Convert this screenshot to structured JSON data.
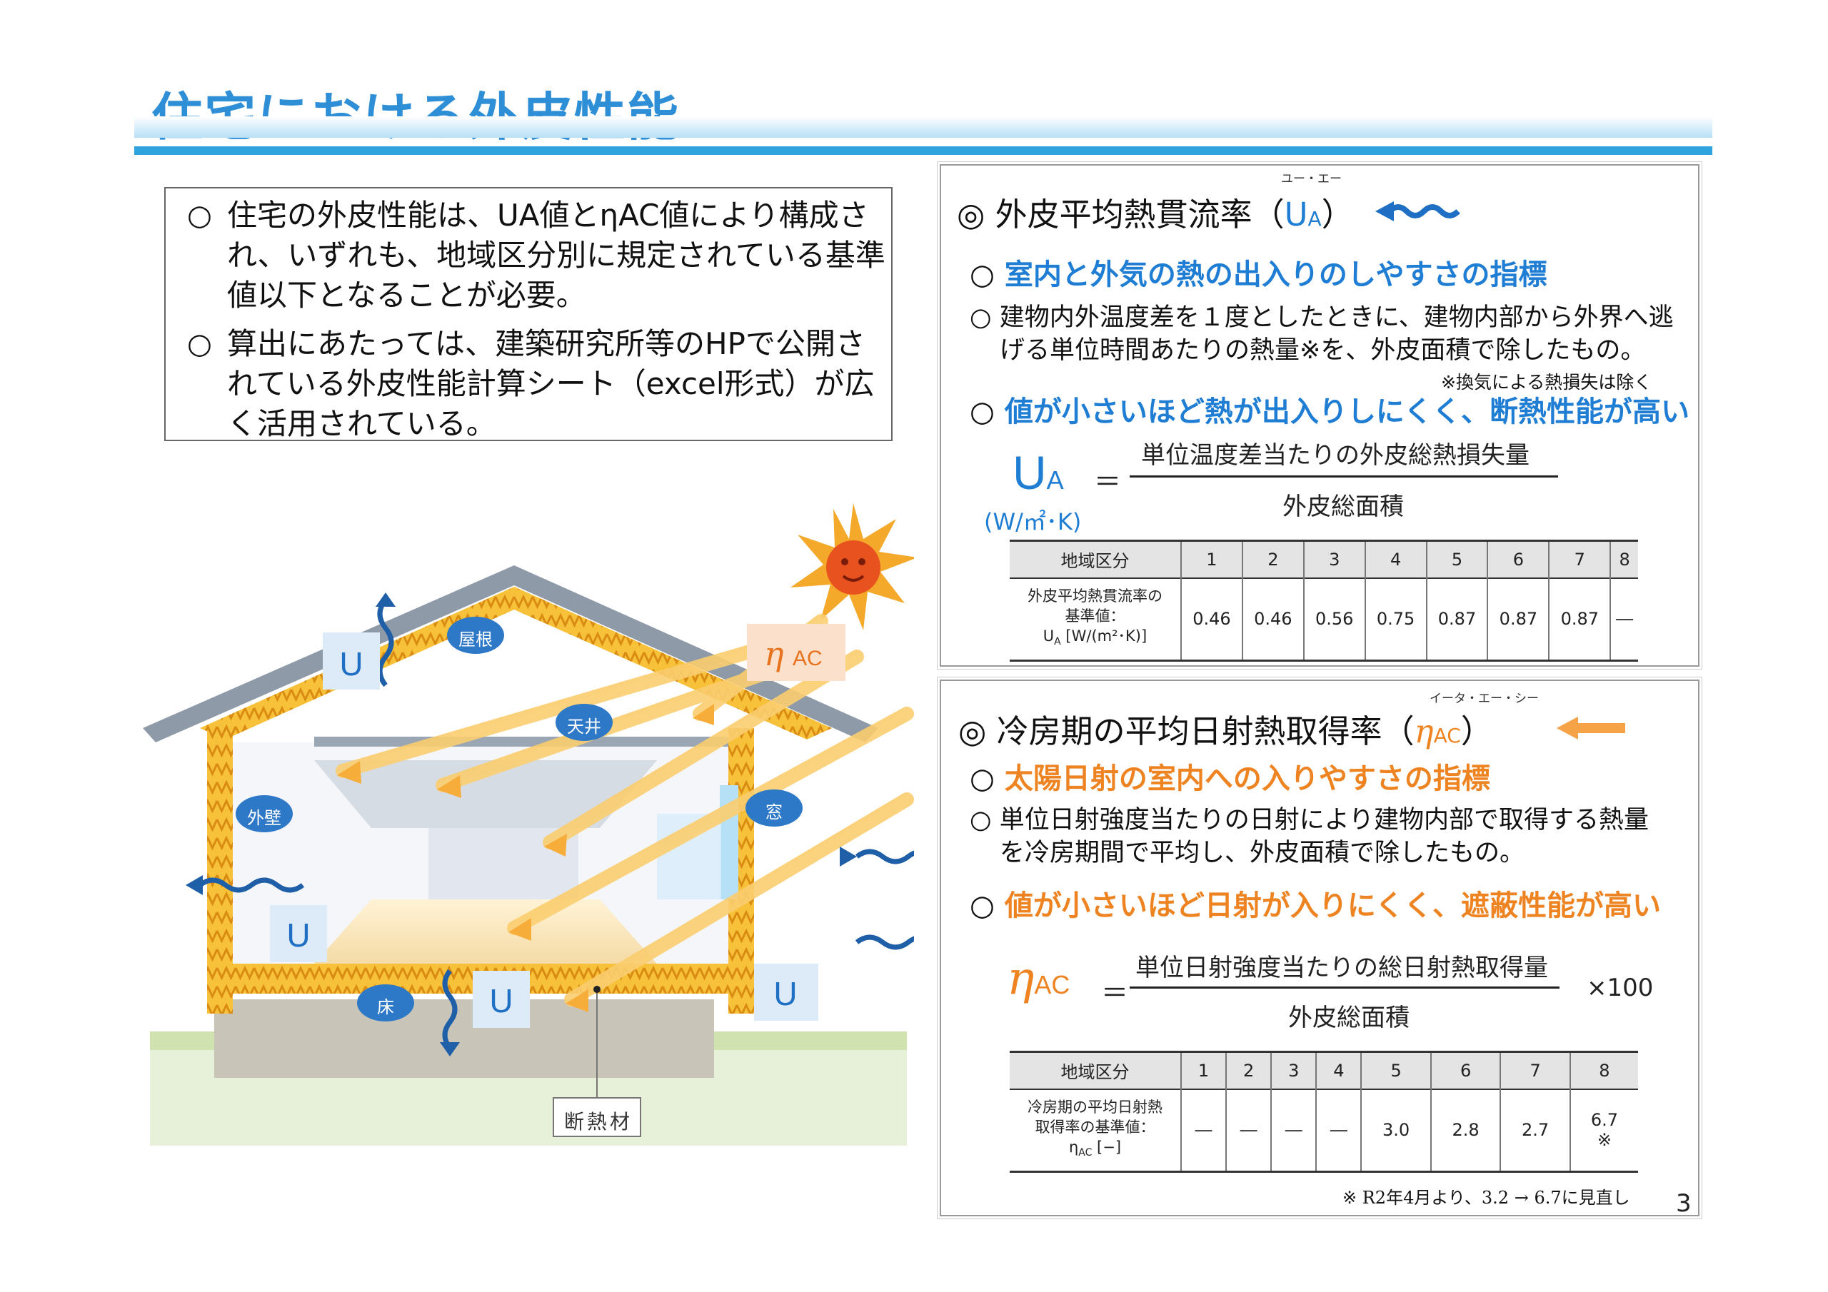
{
  "title": "住宅における外皮性能",
  "intro": {
    "bullet": "○",
    "items": [
      "住宅の外皮性能は、UA値とηAC値により構成され、いずれも、地域区分別に規定されている基準値以下となることが必要。",
      "算出にあたっては、建築研究所等のHPで公開されている外皮性能計算シート（excel形式）が広く活用されている。"
    ]
  },
  "diagram": {
    "labels": {
      "roof": "屋根",
      "ceiling": "天井",
      "wall": "外壁",
      "window": "窓",
      "floor": "床",
      "insulation": "断熱材"
    },
    "u_symbol": "U",
    "eta_symbol": "η",
    "eta_sub": "AC"
  },
  "ua": {
    "ruby": "ユー・エー",
    "mark": "◎",
    "heading": "外皮平均熱貫流率（",
    "sym": "U",
    "sym_sub": "A",
    "close": "）",
    "sub_mark": "○",
    "bold1": "室内と外気の熱の出入りのしやすさの指標",
    "body_l1": "建物内外温度差を１度としたときに、建物内部から外界へ逃",
    "body_l2": "げる単位時間あたりの熱量※を、外皮面積で除したもの。",
    "note": "※換気による熱損失は除く",
    "bold2": "値が小さいほど熱が出入りしにくく、断熱性能が高い",
    "formula": {
      "lhs": "U",
      "lhs_sub": "A",
      "eq": "＝",
      "numerator": "単位温度差当たりの外皮総熱損失量",
      "denominator": "外皮総面積",
      "unit": "(W/㎡･K)"
    },
    "table": {
      "header_label": "地域区分",
      "regions": [
        "1",
        "2",
        "3",
        "4",
        "5",
        "6",
        "7",
        "8"
      ],
      "row_label_l1": "外皮平均熱貫流率の",
      "row_label_l2": "基準値：",
      "row_label_l3a": "U",
      "row_label_l3sub": "A",
      "row_label_l3b": " [W/(m²･K)]",
      "values": [
        "0.46",
        "0.46",
        "0.56",
        "0.75",
        "0.87",
        "0.87",
        "0.87",
        "―"
      ]
    }
  },
  "eta": {
    "ruby": "イータ・エー・シー",
    "mark": "◎",
    "heading": "冷房期の平均日射熱取得率（",
    "sym": "η",
    "sym_sub": "AC",
    "close": "）",
    "sub_mark": "○",
    "bold1": "太陽日射の室内への入りやすさの指標",
    "body_l1": "単位日射強度当たりの日射により建物内部で取得する熱量",
    "body_l2": "を冷房期間で平均し、外皮面積で除したもの。",
    "bold2": "値が小さいほど日射が入りにくく、遮蔽性能が高い",
    "formula": {
      "lhs": "η",
      "lhs_sub": "AC",
      "eq": "＝",
      "numerator": "単位日射強度当たりの総日射熱取得量",
      "denominator": "外皮総面積",
      "mult": "×100"
    },
    "table": {
      "header_label": "地域区分",
      "regions": [
        "1",
        "2",
        "3",
        "4",
        "5",
        "6",
        "7",
        "8"
      ],
      "row_label_l1": "冷房期の平均日射熱",
      "row_label_l2": "取得率の基準値：",
      "row_label_l3a": "η",
      "row_label_l3sub": "AC",
      "row_label_l3b": " [−]",
      "values": [
        "―",
        "―",
        "―",
        "―",
        "3.0",
        "2.8",
        "2.7",
        "6.7"
      ],
      "value8_note": "※"
    },
    "footnote": "※ R2年4月より、3.2 → 6.7に見直し"
  },
  "page_number": "3",
  "colors": {
    "title": "#2e8fd6",
    "blue": "#1f7ed3",
    "orange": "#ee8322",
    "insulation": "#f2b52e"
  }
}
